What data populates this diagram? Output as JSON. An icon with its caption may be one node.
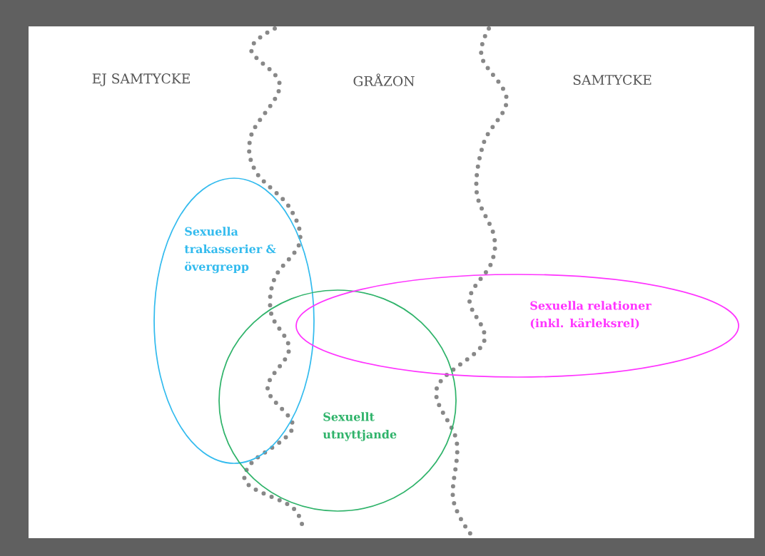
{
  "diagram": {
    "nodes": [
      {
        "text": [
          "Sexuella trakasserier & övergrepp"
        ]
      },
      {
        "text": [
          "Sexuellt utnyttjande"
        ]
      },
      {
        "text": [
          "Sexuella relationer (inkl. kärleksrel)"
        ]
      }
    ],
    "labels": [
      "EJ SAMTYCKE",
      "GRÅZON",
      "SAMTYCKE"
    ]
  }
}
